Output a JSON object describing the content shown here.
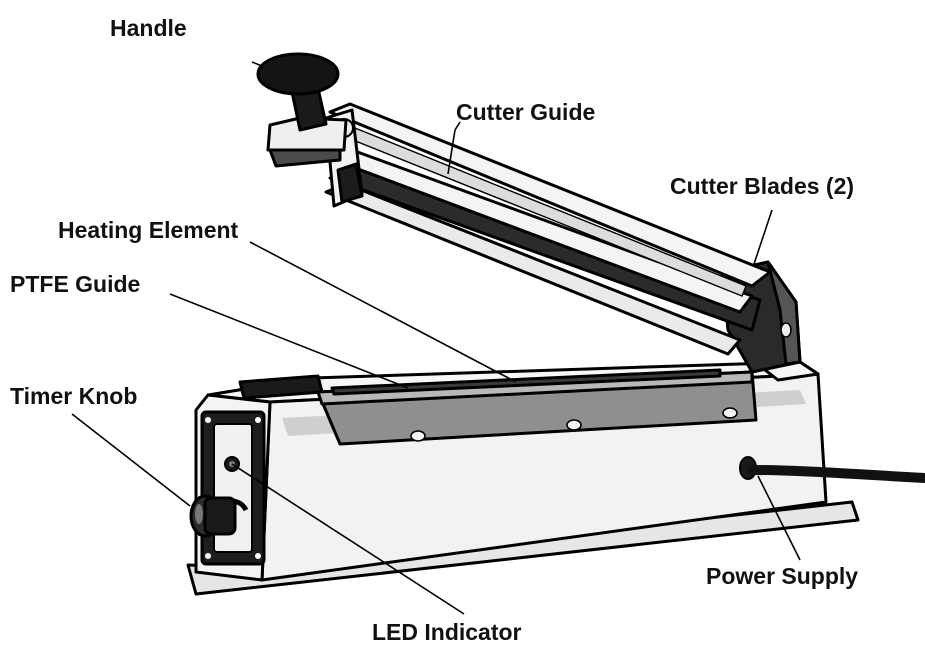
{
  "labels": {
    "handle": "Handle",
    "cutter_guide": "Cutter Guide",
    "cutter_blades": "Cutter Blades (2)",
    "heating_element": "Heating Element",
    "ptfe_guide": "PTFE Guide",
    "timer_knob": "Timer Knob",
    "power_supply": "Power Supply",
    "led_indicator": "LED Indicator"
  },
  "colors": {
    "outline": "#000000",
    "body_fill": "#f2f2f2",
    "shade": "#9a9a9a",
    "dark": "#1a1a1a"
  }
}
